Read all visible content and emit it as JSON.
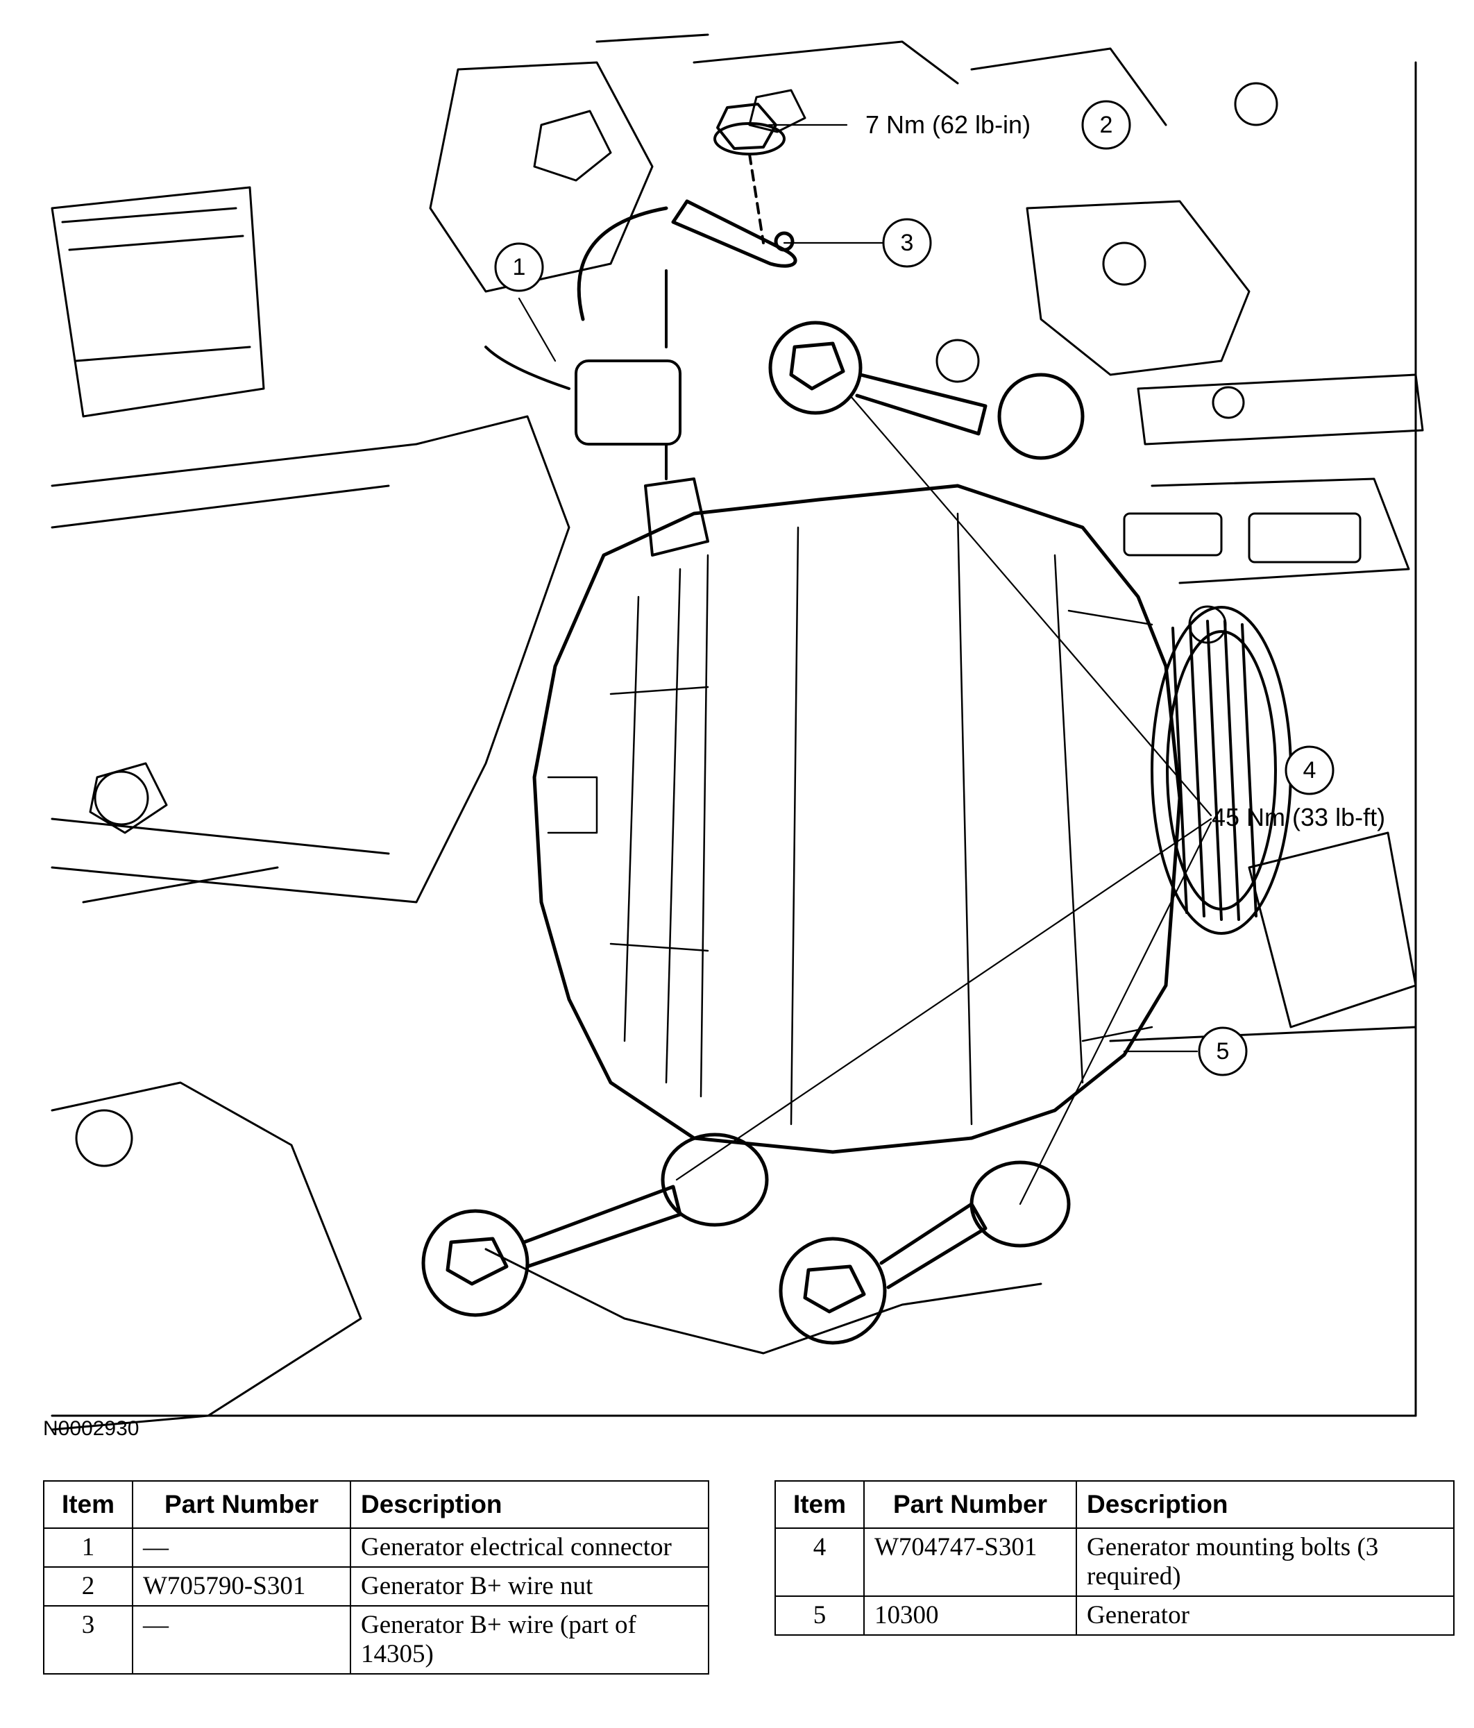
{
  "figure": {
    "id": "N0002930",
    "callouts": [
      {
        "num": "1",
        "label": ""
      },
      {
        "num": "2",
        "label": "7 Nm (62 lb-in)"
      },
      {
        "num": "3",
        "label": ""
      },
      {
        "num": "4",
        "label": "45 Nm (33 lb-ft)"
      },
      {
        "num": "5",
        "label": ""
      }
    ]
  },
  "tables": {
    "headers": {
      "item": "Item",
      "part_number": "Part Number",
      "description": "Description"
    },
    "left": [
      {
        "item": "1",
        "part_number": "—",
        "description": "Generator electrical connector"
      },
      {
        "item": "2",
        "part_number": "W705790-S301",
        "description": "Generator B+ wire nut"
      },
      {
        "item": "3",
        "part_number": "—",
        "description": "Generator B+ wire (part of 14305)"
      }
    ],
    "right": [
      {
        "item": "4",
        "part_number": "W704747-S301",
        "description": "Generator mounting bolts (3 required)"
      },
      {
        "item": "5",
        "part_number": "10300",
        "description": "Generator"
      }
    ]
  }
}
